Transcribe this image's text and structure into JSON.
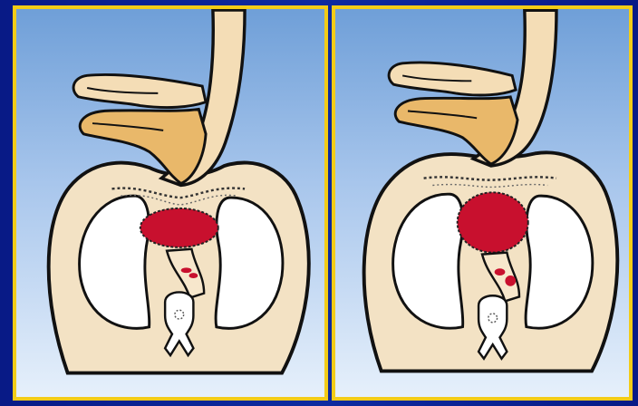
{
  "colors": {
    "frame": "#f3cc17",
    "background": "#0c1f8e",
    "sky_top": "#6f9fd8",
    "sky_bottom": "#e6f0fb",
    "body_fill": "#f3e2c4",
    "lung_fill": "#ffffff",
    "heart_fill": "#c8102e",
    "arm_fill": "#f4ddb6",
    "hand_shade": "#e9b86a",
    "outline": "#111111"
  },
  "panels": [
    {
      "id": "compressed",
      "heart_state": "compressed"
    },
    {
      "id": "released",
      "heart_state": "expanded"
    }
  ]
}
